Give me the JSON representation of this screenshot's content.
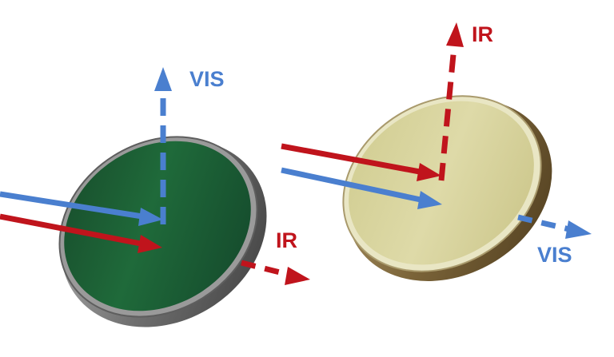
{
  "colors": {
    "vis": "#4a7fcf",
    "ir": "#c0141c",
    "green_filter_face": "#1f6a3a",
    "green_filter_rim": "#7d7d7d",
    "yellow_filter_face": "#d8d49e",
    "yellow_filter_rim": "#8a7448"
  },
  "left_filter": {
    "type": "hot mirror",
    "labels": {
      "reflected": "VIS",
      "transmitted": "IR"
    }
  },
  "right_filter": {
    "type": "cold mirror",
    "labels": {
      "reflected": "IR",
      "transmitted": "VIS"
    }
  },
  "icons": {
    "incident_vis": "arrow-solid-blue",
    "incident_ir": "arrow-solid-red",
    "reflected": "arrow-dashed",
    "transmitted": "arrow-dashed"
  }
}
